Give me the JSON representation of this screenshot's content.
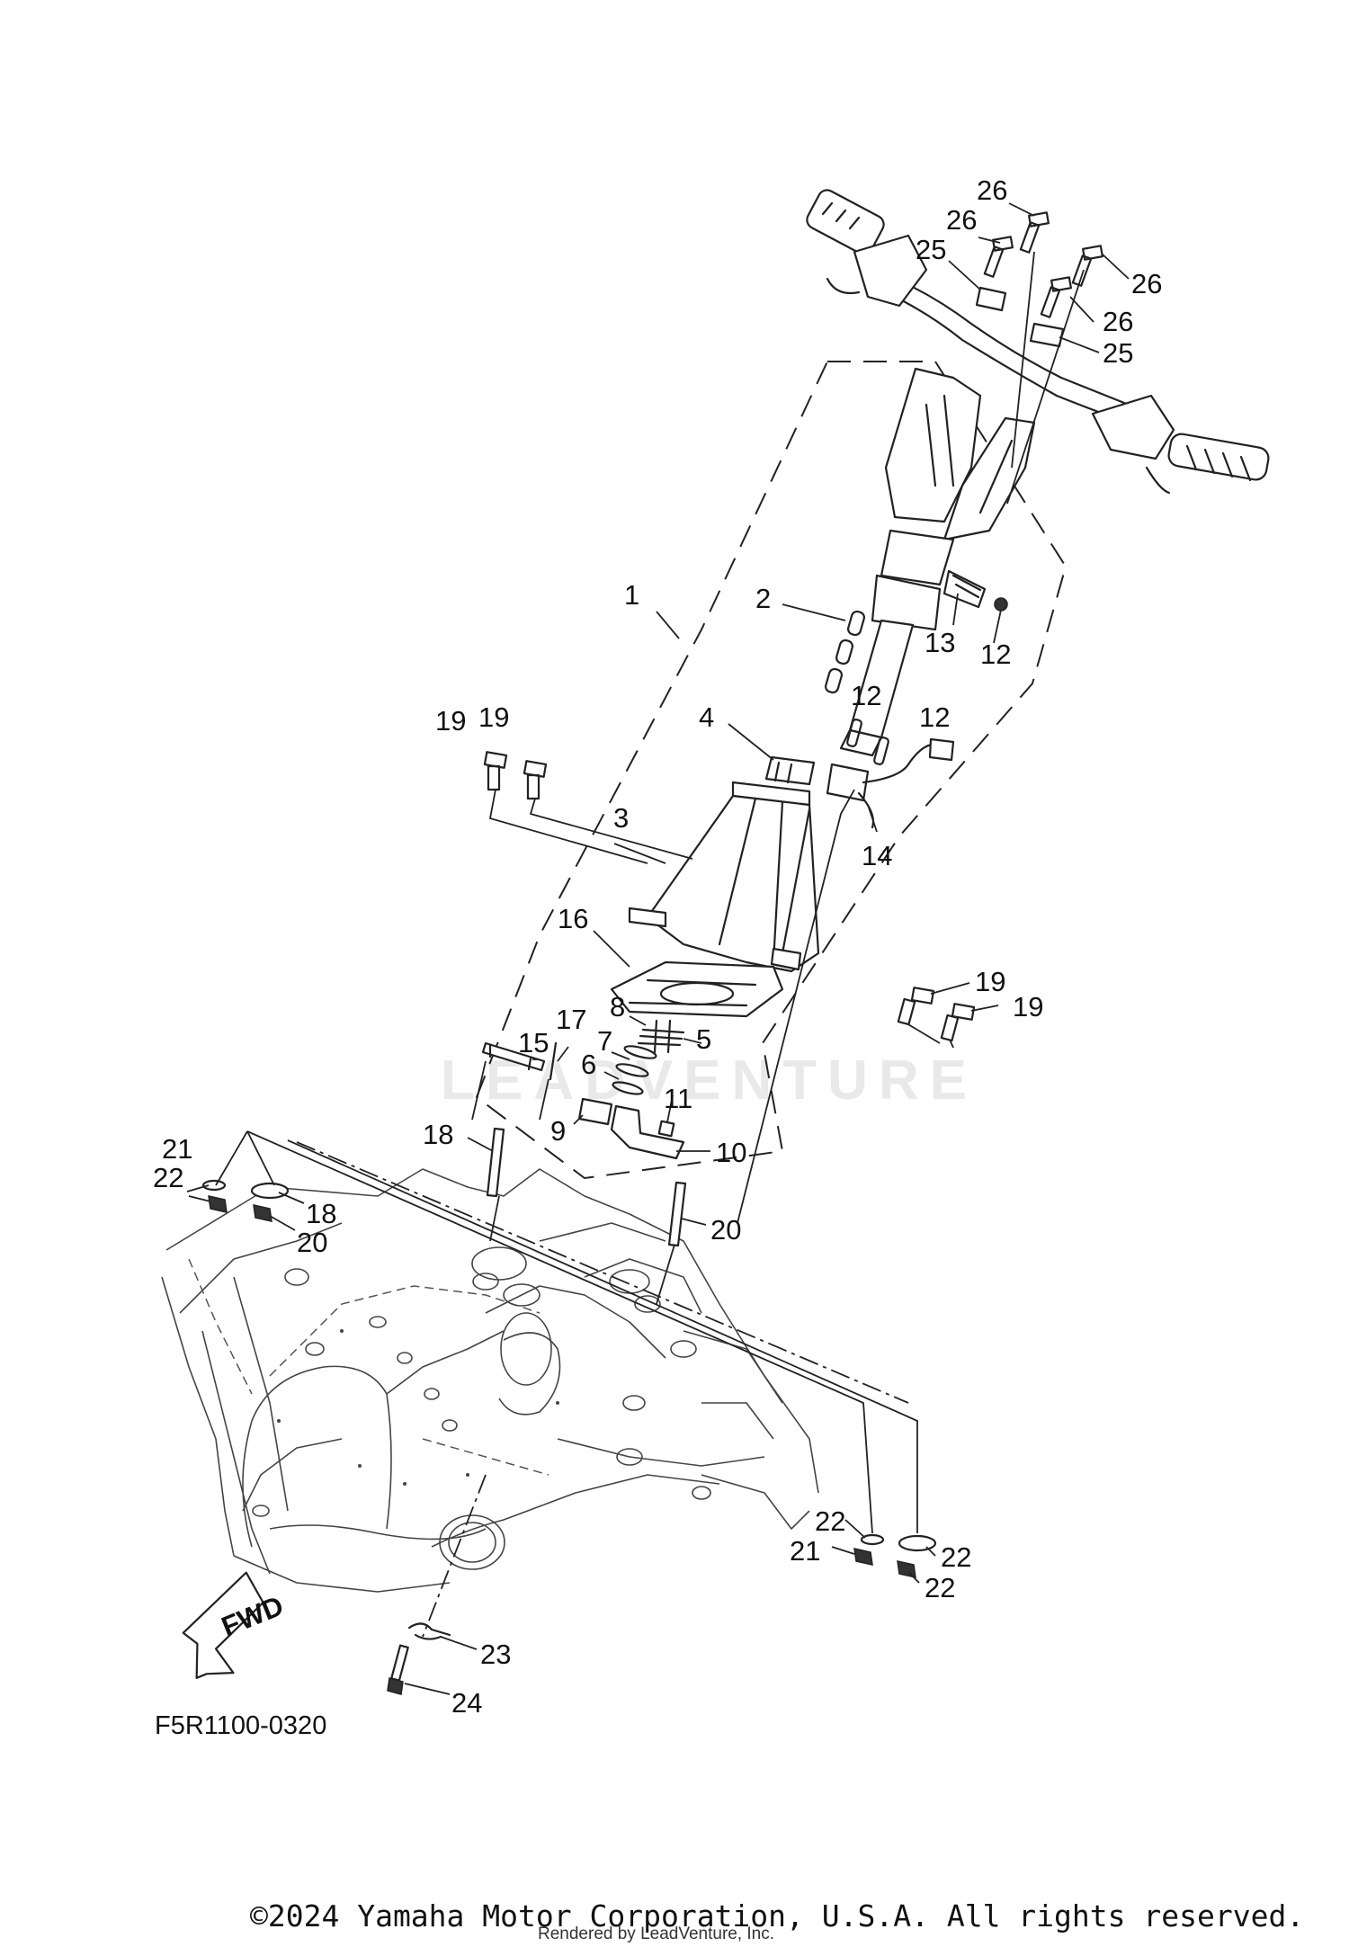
{
  "diagram": {
    "callouts": [
      "26",
      "26",
      "25",
      "26",
      "26",
      "25",
      "1",
      "2",
      "13",
      "12",
      "12",
      "12",
      "4",
      "19",
      "19",
      "3",
      "14",
      "16",
      "19",
      "19",
      "8",
      "5",
      "7",
      "15",
      "17",
      "6",
      "11",
      "9",
      "10",
      "18",
      "20",
      "22",
      "21",
      "22",
      "18",
      "20",
      "22",
      "21",
      "22",
      "23",
      "24"
    ],
    "drawing_code": "F5R1100-0320",
    "fwd_label": "FWD",
    "watermark": "LEADVENTURE",
    "copyright": "©2024 Yamaha Motor Corporation, U.S.A. All rights reserved.",
    "rendered_by": "Rendered by LeadVenture, Inc."
  }
}
